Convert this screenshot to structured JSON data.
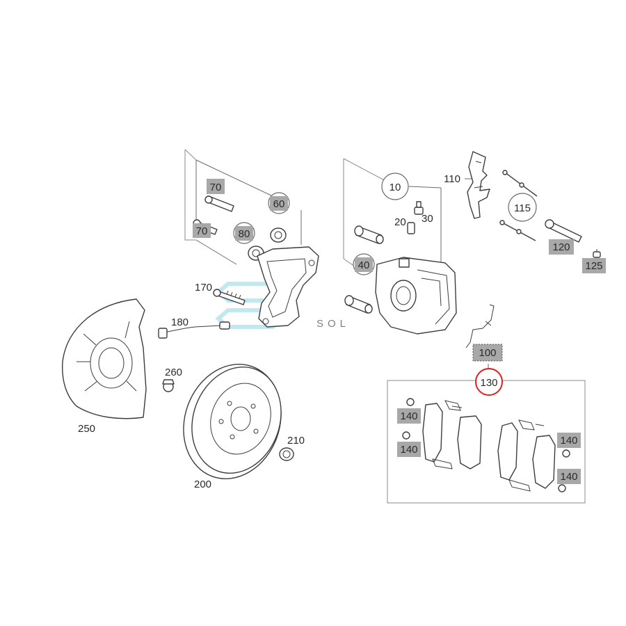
{
  "watermark": {
    "text": "SOL",
    "color": "#8fd6e6"
  },
  "highlight_color": "#e01f1f",
  "labels": {
    "p70a": "70",
    "p60": "60",
    "p70b": "70",
    "p80": "80",
    "p10": "10",
    "p20": "20",
    "p30": "30",
    "p40": "40",
    "p110": "110",
    "p115": "115",
    "p120": "120",
    "p125": "125",
    "p170": "170",
    "p180": "180",
    "p250": "250",
    "p260": "260",
    "p200": "200",
    "p210": "210",
    "p100": "100",
    "p130": "130",
    "p140a": "140",
    "p140b": "140",
    "p140c": "140",
    "p140d": "140"
  }
}
